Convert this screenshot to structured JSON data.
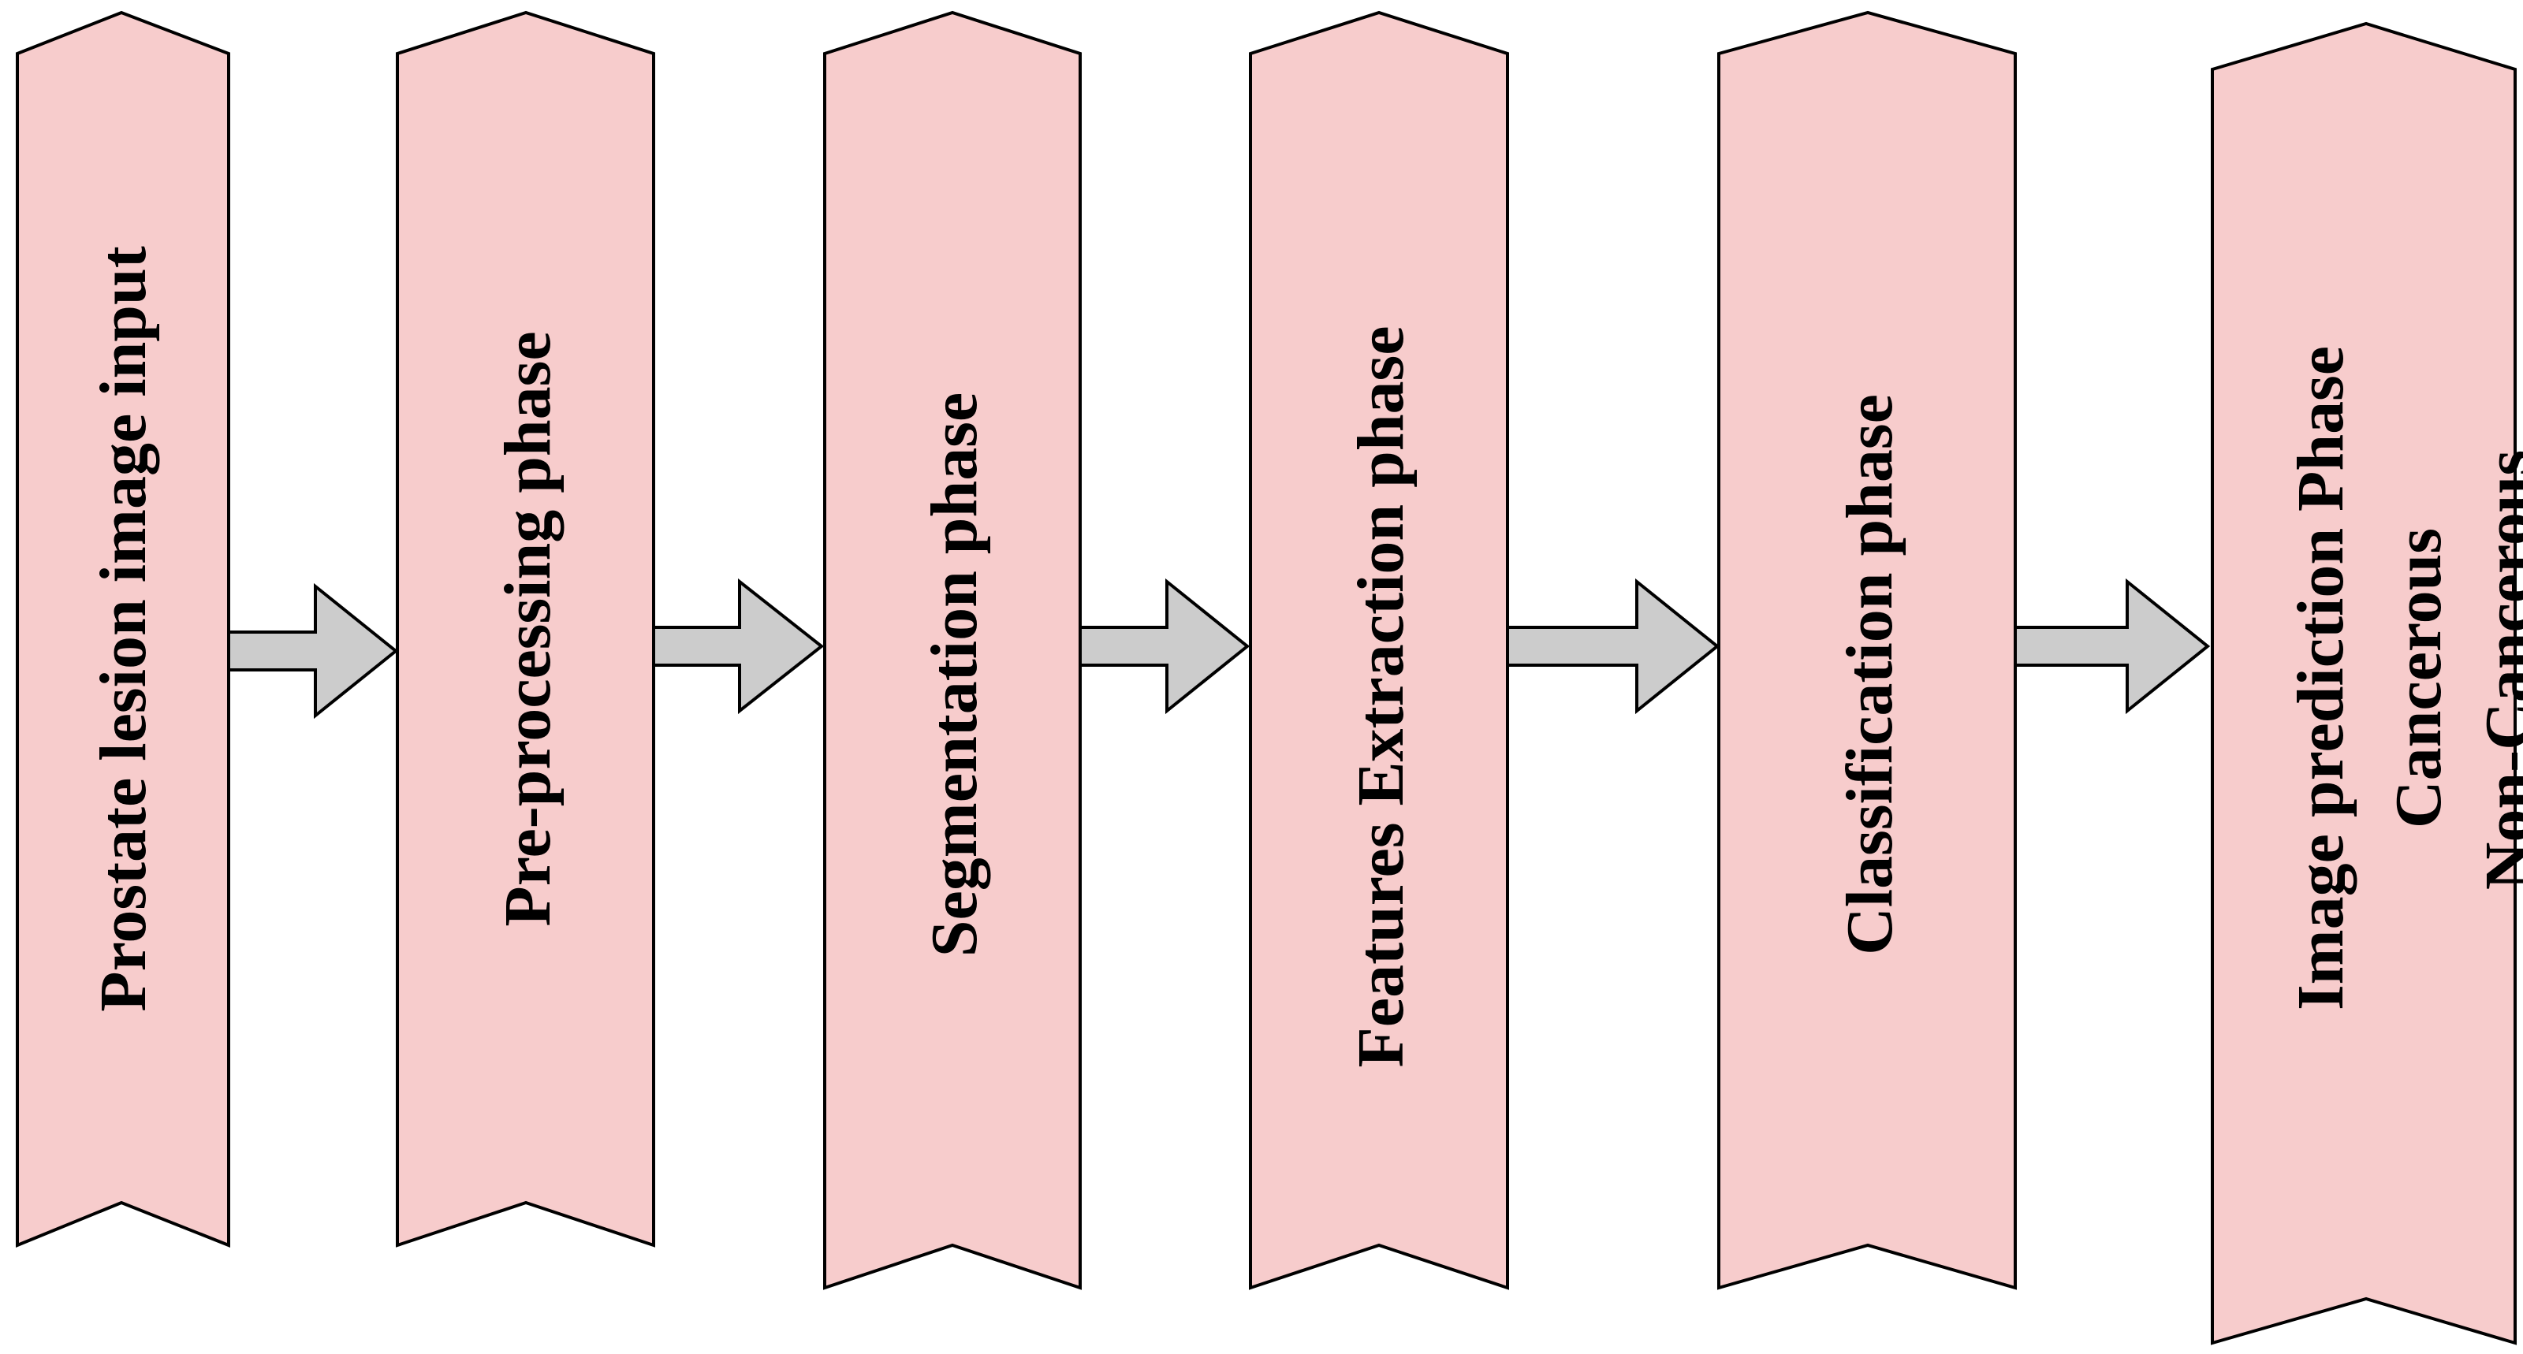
{
  "diagram": {
    "stages": [
      {
        "lines": [
          "Prostate lesion image input"
        ]
      },
      {
        "lines": [
          "Pre-processing  phase"
        ]
      },
      {
        "lines": [
          "Segmentation phase"
        ]
      },
      {
        "lines": [
          "Features Extraction phase"
        ]
      },
      {
        "lines": [
          "Classification phase"
        ]
      },
      {
        "lines": [
          "Image prediction Phase",
          "Cancerous",
          "Non-Cancerous"
        ]
      }
    ],
    "colors": {
      "stage_fill": "#f7cccc",
      "arrow_fill": "#cccccc",
      "outline": "#000000"
    }
  }
}
